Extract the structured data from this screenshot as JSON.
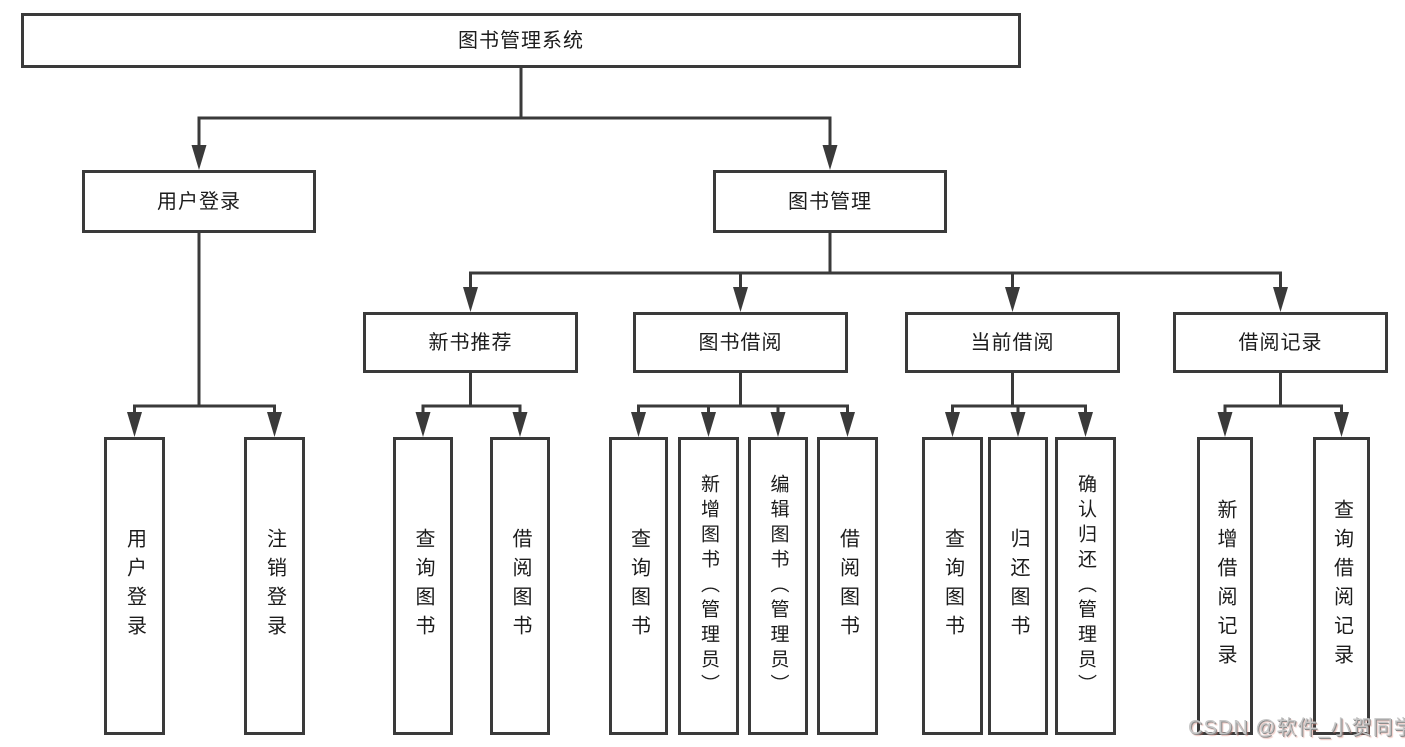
{
  "diagram": {
    "type": "tree",
    "root": "图书管理系统",
    "branches": {
      "login": "用户登录",
      "management": "图书管理"
    },
    "modules": [
      "新书推荐",
      "图书借阅",
      "当前借阅",
      "借阅记录"
    ],
    "leaves": {
      "login": [
        "用户登录",
        "注销登录"
      ],
      "recommend": [
        "查询图书",
        "借阅图书"
      ],
      "borrow": [
        "查询图书",
        "新增图书（管理员）",
        "编辑图书（管理员）",
        "借阅图书"
      ],
      "current": [
        "查询图书",
        "归还图书",
        "确认归还（管理员）"
      ],
      "records": [
        "新增借阅记录",
        "查询借阅记录"
      ]
    }
  },
  "watermark": {
    "text": "CSDN @软件_小贺同学"
  },
  "colors": {
    "line": "#3a3a3a",
    "text": "#1c1c1c",
    "background": "#ffffff",
    "watermark": "#c6c6c6"
  }
}
